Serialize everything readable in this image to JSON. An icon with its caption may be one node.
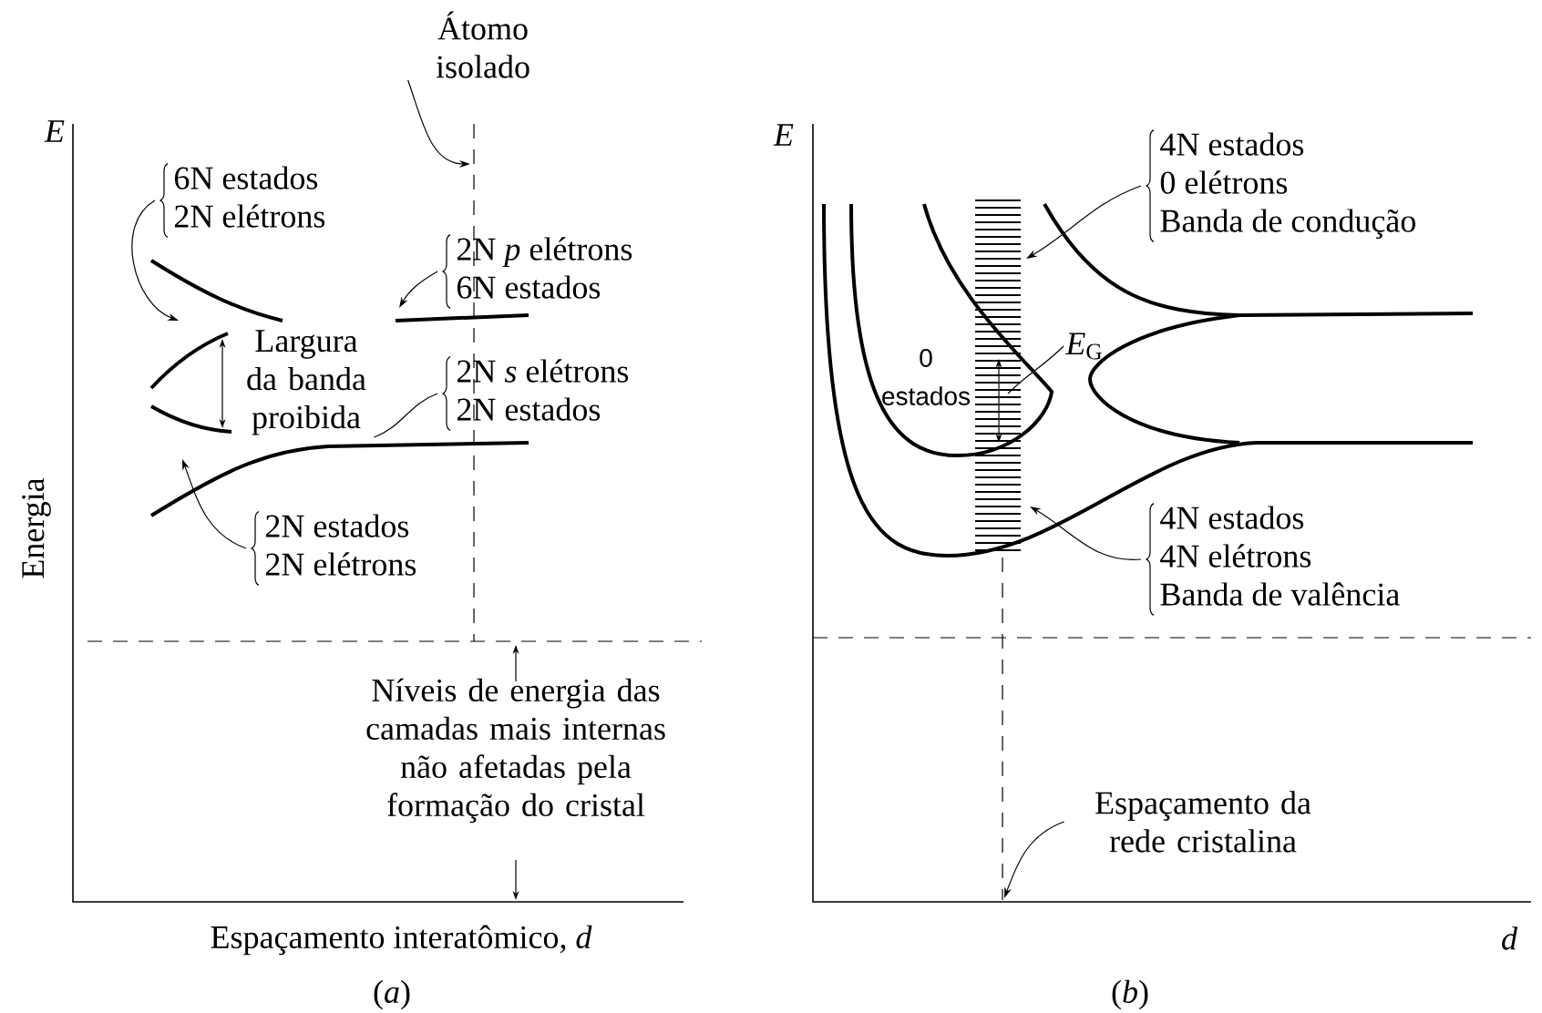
{
  "diagram": {
    "nodes": [
      {
        "text": [
          "Átomo isolado"
        ]
      },
      {
        "text": [
          "6N estados",
          "2N elétrons"
        ]
      },
      {
        "text": [
          "2N *p* elétrons",
          "6N estados"
        ]
      },
      {
        "text": [
          "Largura da banda proibida"
        ]
      },
      {
        "text": [
          "2N *s* elétrons",
          "2N estados"
        ]
      },
      {
        "text": [
          "2N estados",
          "2N elétrons"
        ]
      },
      {
        "text": [
          "Níveis de energia das camadas mais internas não afetadas pela formação do cristal"
        ]
      },
      {
        "text": [
          "4N estados",
          "0 elétrons",
          "Banda de condução"
        ]
      },
      {
        "text": [
          "*E*$_{G}$"
        ]
      },
      {
        "text": [
          "4N estados",
          "4N elétrons",
          "Banda de valência"
        ]
      },
      {
        "text": [
          "Espaçamento da rede cristalina"
        ]
      }
    ],
    "edges": [
      {
        "from": 0,
        "to": null,
        "arrow": "to"
      },
      {
        "from": 1,
        "to": null,
        "arrow": "to"
      },
      {
        "from": 2,
        "to": null,
        "arrow": "to"
      },
      {
        "from": 4,
        "to": 3,
        "arrow": "none"
      },
      {
        "from": 5,
        "to": null,
        "arrow": "to"
      },
      {
        "from": 7,
        "to": null,
        "arrow": "to"
      },
      {
        "from": 8,
        "to": null,
        "arrow": "none"
      },
      {
        "from": 9,
        "to": null,
        "arrow": "to"
      },
      {
        "from": 10,
        "to": null,
        "arrow": "to"
      }
    ],
    "labels": [
      "E",
      "Energia",
      "Espaçamento interatômico, *d*",
      "(*a*)",
      "E",
      "0 estados",
      "d",
      "(*b*)"
    ]
  }
}
